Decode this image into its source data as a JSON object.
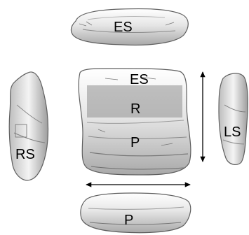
{
  "labels": {
    "top": "ES",
    "center_top": "ES",
    "center_mid": "R",
    "center_bottom": "P",
    "left": "RS",
    "right": "LS",
    "bottom": "P"
  },
  "colors": {
    "bone_light": "#f1f1f1",
    "bone_mid": "#c8c8c8",
    "bone_dark": "#6e6e6e",
    "highlight_band": "#8f8f8f",
    "arrow": "#000000",
    "text": "#000000"
  },
  "icons": {
    "measure_arrow_vertical": "double-headed-arrow",
    "measure_arrow_horizontal": "double-headed-arrow"
  }
}
